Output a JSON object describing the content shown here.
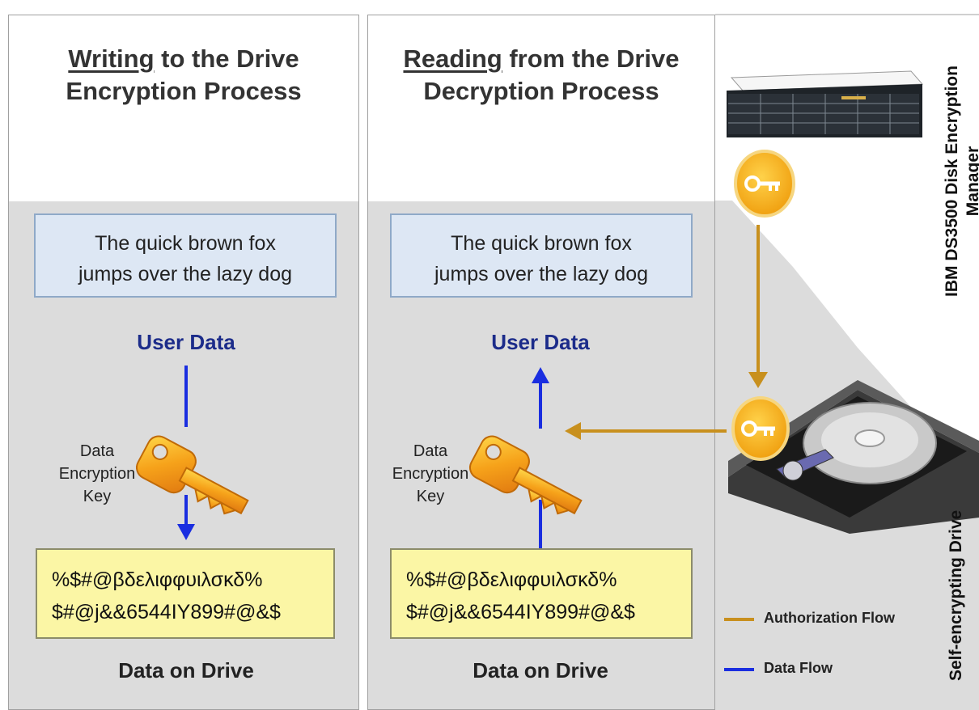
{
  "panels": [
    {
      "title_underlined": "Writing",
      "title_rest": " to the Drive",
      "title_line2": "Encryption Process",
      "plaintext_line1": "The quick brown fox",
      "plaintext_line2": "jumps over the lazy dog",
      "user_data_label": "User Data",
      "key_label_line1": "Data",
      "key_label_line2": "Encryption",
      "key_label_line3": "Key",
      "cipher_line1": "%$#@βδελιφφυιλσκδ%",
      "cipher_line2": "$#@j&&6544IY899#@&$",
      "data_on_drive_label": "Data on Drive"
    },
    {
      "title_underlined": "Reading",
      "title_rest": " from the Drive",
      "title_line2": "Decryption Process",
      "plaintext_line1": "The quick brown fox",
      "plaintext_line2": "jumps over the lazy dog",
      "user_data_label": "User Data",
      "key_label_line1": "Data",
      "key_label_line2": "Encryption",
      "key_label_line3": "Key",
      "cipher_line1": "%$#@βδελιφφυιλσκδ%",
      "cipher_line2": "$#@j&&6544IY899#@&$",
      "data_on_drive_label": "Data on Drive"
    }
  ],
  "manager_label_line1": "IBM DS3500 Disk Encryption",
  "manager_label_line2": "Manager",
  "drive_label": "Self-encrypting Drive",
  "legend": {
    "authorization_flow": "Authorization Flow",
    "data_flow": "Data Flow"
  },
  "colors": {
    "authorization_flow": "#c8901e",
    "data_flow": "#1a2ee0",
    "shade": "#dcdcdc",
    "plaintext_box": "#dde7f4",
    "cipher_box": "#fbf6a5",
    "key_badge": "#f4b41e"
  },
  "icons": [
    "storage-server-icon",
    "authorization-key-icon",
    "data-encryption-key-icon",
    "hard-drive-icon"
  ]
}
